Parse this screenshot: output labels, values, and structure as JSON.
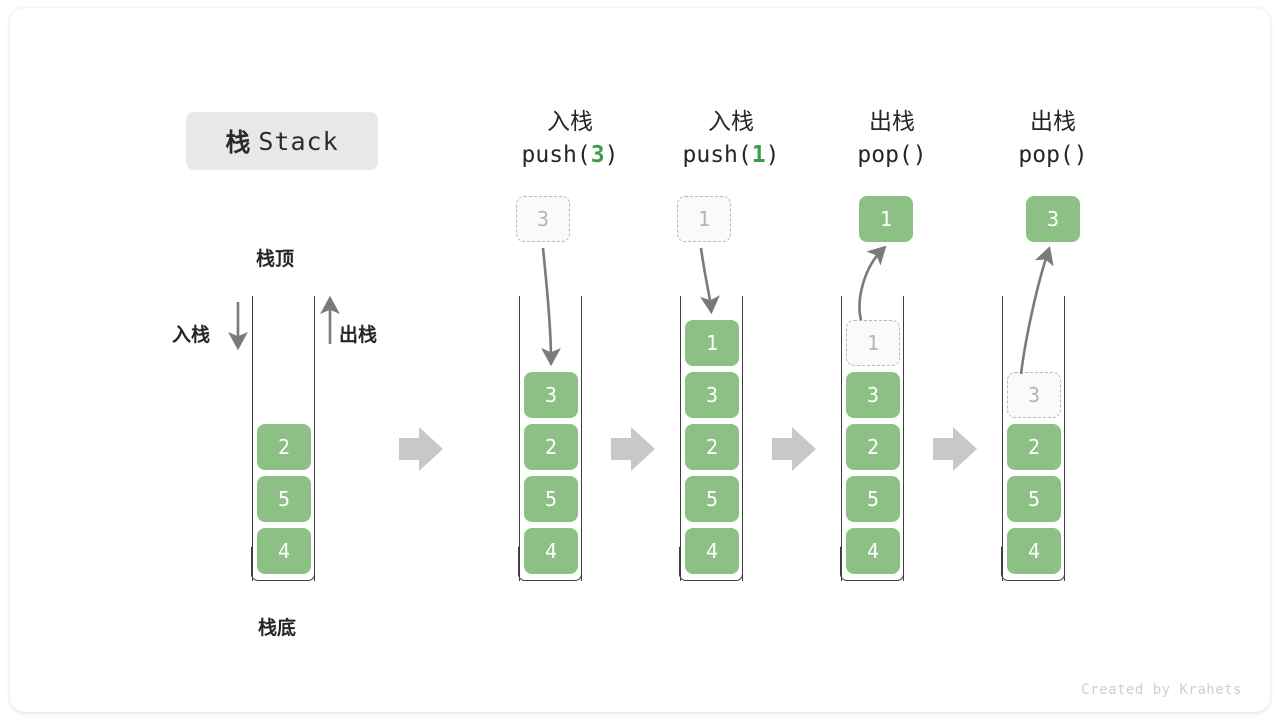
{
  "title": {
    "cn": "栈",
    "en": "Stack"
  },
  "labels": {
    "top": "栈顶",
    "bottom": "栈底",
    "push_side": "入栈",
    "pop_side": "出栈"
  },
  "credit": "Created by Krahets",
  "colors": {
    "cell_fill": "#8cc084",
    "cell_text": "#ffffff",
    "ghost_border": "#b9b9b9",
    "ghost_text": "#b5b5b5",
    "accent_green": "#3e9c4b",
    "wall": "#3f3f3f",
    "block_arrow": "#c8c8c8",
    "thin_arrow": "#7a7a7a",
    "badge_bg": "#e8e8e8"
  },
  "columns": [
    {
      "id": "initial",
      "header_cn": "",
      "header_code": "",
      "header_code_num": "",
      "cells": [
        "2",
        "5",
        "4"
      ],
      "ghost_top": null,
      "float_box": null,
      "float_box_kind": null
    },
    {
      "id": "push-3",
      "header_cn": "入栈",
      "header_code_prefix": "push(",
      "header_code_num": "3",
      "header_code_suffix": ")",
      "cells": [
        "3",
        "2",
        "5",
        "4"
      ],
      "ghost_top": null,
      "float_box": "3",
      "float_box_kind": "ghost"
    },
    {
      "id": "push-1",
      "header_cn": "入栈",
      "header_code_prefix": "push(",
      "header_code_num": "1",
      "header_code_suffix": ")",
      "cells": [
        "1",
        "3",
        "2",
        "5",
        "4"
      ],
      "ghost_top": null,
      "float_box": "1",
      "float_box_kind": "ghost"
    },
    {
      "id": "pop-1",
      "header_cn": "出栈",
      "header_code_prefix": "pop(",
      "header_code_num": "",
      "header_code_suffix": ")",
      "cells": [
        "3",
        "2",
        "5",
        "4"
      ],
      "ghost_top": "1",
      "float_box": "1",
      "float_box_kind": "solid"
    },
    {
      "id": "pop-3",
      "header_cn": "出栈",
      "header_code_prefix": "pop(",
      "header_code_num": "",
      "header_code_suffix": ")",
      "cells": [
        "2",
        "5",
        "4"
      ],
      "ghost_top": "3",
      "float_box": "3",
      "float_box_kind": "solid"
    }
  ]
}
